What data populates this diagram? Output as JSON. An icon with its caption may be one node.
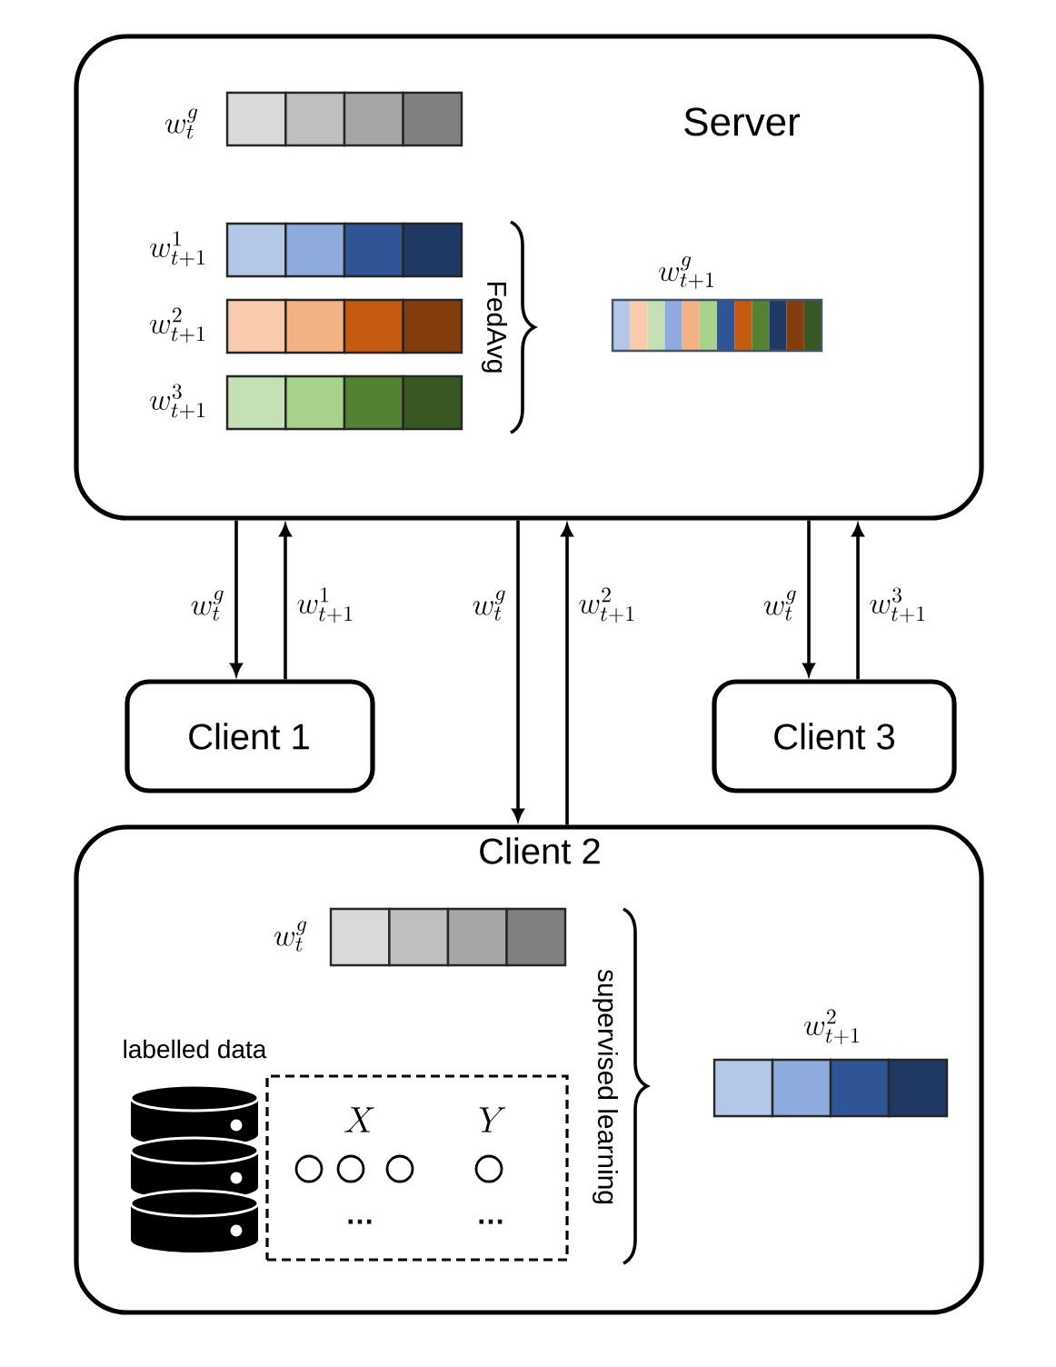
{
  "diagram": {
    "nodes": [
      {
        "text": [
          "Server"
        ]
      },
      {
        "text": [
          "Client 1"
        ]
      },
      {
        "text": [
          "Client 3"
        ]
      },
      {
        "text": [
          "Client 2"
        ]
      },
      {
        "text": [
          "X",
          "Y",
          "…",
          "…"
        ],
        "in": 3
      }
    ],
    "edges": [
      {
        "from": 0,
        "to": 1,
        "arrow": "to",
        "label": "w_t^g"
      },
      {
        "from": 1,
        "to": 0,
        "arrow": "to",
        "label": "w_{t+1}^1"
      },
      {
        "from": 0,
        "to": 3,
        "arrow": "to",
        "label": "w_t^g"
      },
      {
        "from": 3,
        "to": 0,
        "arrow": "to",
        "label": "w_{t+1}^2"
      },
      {
        "from": 0,
        "to": 2,
        "arrow": "to",
        "label": "w_t^g"
      },
      {
        "from": 2,
        "to": 0,
        "arrow": "to",
        "label": "w_{t+1}^3"
      }
    ],
    "labels": [
      "w_t^g",
      "w_{t+1}^1",
      "w_{t+1}^g",
      "w_{t+1}^2",
      "FedAvg",
      "w_{t+1}^3",
      "w_t^g",
      "w_{t+1}^2",
      "labelled data",
      "supervised learning"
    ]
  }
}
